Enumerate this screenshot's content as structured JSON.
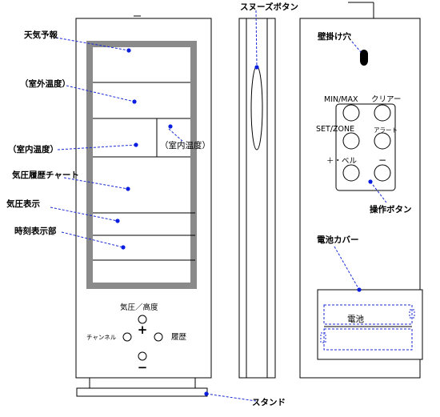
{
  "labels": {
    "weather_forecast": "天気予報",
    "outdoor_temp": "（室外温度）",
    "indoor_temp": "（室内温度）",
    "indoor_temp_inset": "（室内温度）",
    "pressure_chart": "気圧履歴チャート",
    "pressure_display": "気圧表示",
    "time_display": "時刻表示部",
    "snooze_button": "スヌーズボタン",
    "wall_hole": "壁掛け穴",
    "operation_buttons": "操作ボタン",
    "battery_cover": "電池カバー",
    "stand": "スタンド"
  },
  "front_buttons": {
    "pressure_altitude": "気圧／高度",
    "plus": "+",
    "minus": "−",
    "channel": "チャンネル",
    "history": "履歴"
  },
  "rear_buttons": {
    "min_max": "MIN/MAX",
    "clear": "クリアー",
    "set_zone": "SET/ZONE",
    "alert": "アラート",
    "plus_bell": "＋・ベル",
    "minus": "−"
  },
  "battery_label": "電池",
  "colors": {
    "leader": "#1a2bd6",
    "dot": "#0a1ee0",
    "screen_frame": "#8a8a8a",
    "outline": "#000000"
  }
}
